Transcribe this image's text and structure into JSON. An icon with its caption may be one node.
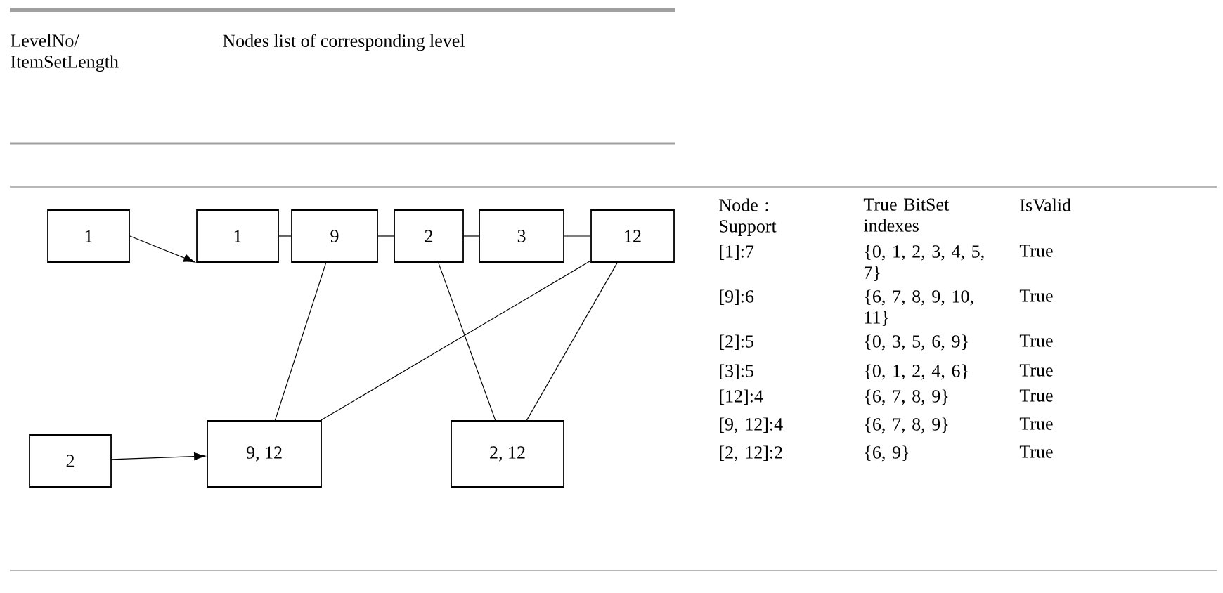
{
  "diagram": {
    "nodes": [
      {
        "text": [
          "1"
        ]
      },
      {
        "text": [
          "1"
        ]
      },
      {
        "text": [
          "9"
        ]
      },
      {
        "text": [
          "2"
        ]
      },
      {
        "text": [
          "3"
        ]
      },
      {
        "text": [
          "12"
        ]
      },
      {
        "text": [
          "2"
        ]
      },
      {
        "text": [
          "9, 12"
        ]
      },
      {
        "text": [
          "2, 12"
        ]
      }
    ],
    "edges": [
      {
        "from": 0,
        "to": 1,
        "arrow": "to"
      },
      {
        "from": 1,
        "to": 2,
        "arrow": "none"
      },
      {
        "from": 2,
        "to": 3,
        "arrow": "none"
      },
      {
        "from": 3,
        "to": 4,
        "arrow": "none"
      },
      {
        "from": 4,
        "to": 5,
        "arrow": "none"
      },
      {
        "from": 2,
        "to": 7,
        "arrow": "none"
      },
      {
        "from": 5,
        "to": 7,
        "arrow": "none"
      },
      {
        "from": 3,
        "to": 8,
        "arrow": "none"
      },
      {
        "from": 5,
        "to": 8,
        "arrow": "none"
      },
      {
        "from": 6,
        "to": 7,
        "arrow": "to"
      }
    ],
    "labels": [
      "LevelNo/ ItemSetLength",
      "Nodes list of corresponding level",
      "Node : Support",
      "True BitSet indexes",
      "IsValid",
      "[1]:7",
      "{0, 1, 2, 3, 4, 5, 7}",
      "True",
      "[9]:6",
      "{6, 7, 8, 9, 10, 11}",
      "True",
      "[2]:5",
      "{0, 3, 5, 6, 9}",
      "True",
      "[3]:5",
      "{0, 1, 2, 4, 6}",
      "True",
      "[12]:4",
      "{6, 7, 8, 9}",
      "True",
      "[9, 12]:4",
      "{6, 7, 8, 9}",
      "True",
      "[2, 12]:2",
      "{6, 9}",
      "True"
    ]
  }
}
